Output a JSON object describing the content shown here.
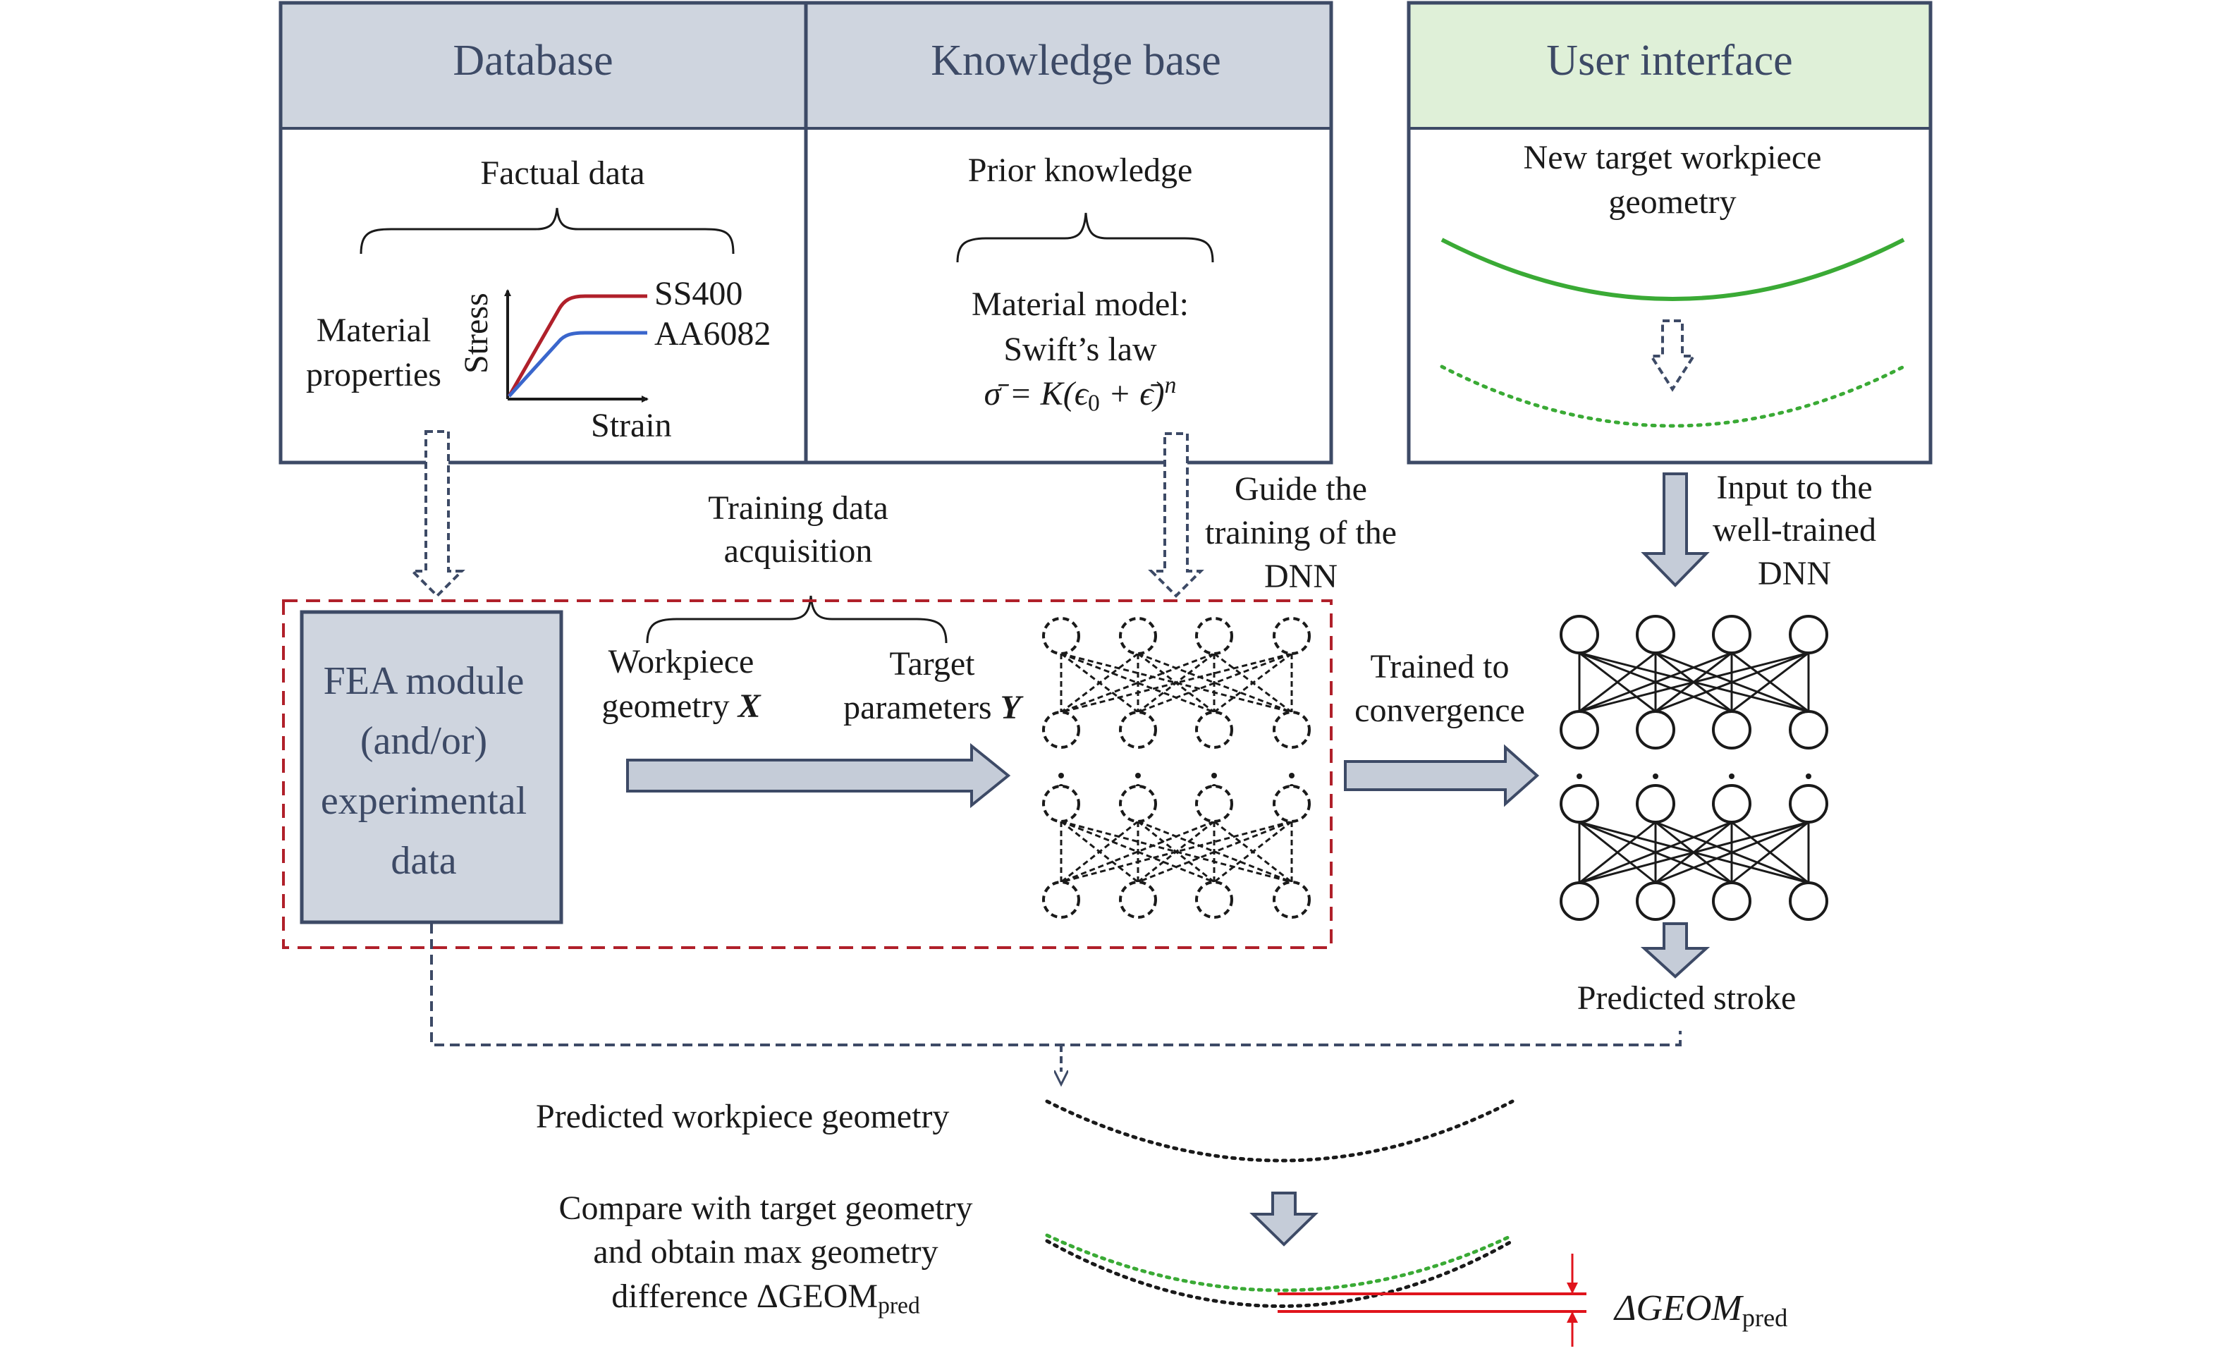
{
  "panels": {
    "database": {
      "title": "Database",
      "subtitle": "Factual data",
      "material_label_line1": "Material",
      "material_label_line2": "properties",
      "chart": {
        "y_axis_label": "Stress",
        "x_axis_label": "Strain",
        "series": [
          {
            "name": "SS400",
            "color": "#b0202a"
          },
          {
            "name": "AA6082",
            "color": "#3a66cc"
          }
        ]
      }
    },
    "knowledge_base": {
      "title": "Knowledge base",
      "subtitle": "Prior knowledge",
      "model_line1": "Material model:",
      "model_line2": "Swift’s law",
      "formula_lhs": "σ̄ = K(ϵ",
      "formula_sub": "0",
      "formula_rhs": " + ϵ̄)",
      "formula_exp": "n"
    },
    "user_interface": {
      "title": "User interface",
      "subtitle_line1": "New target workpiece",
      "subtitle_line2": "geometry"
    }
  },
  "middle": {
    "training_line1": "Training data",
    "training_line2": "acquisition",
    "guide_line1": "Guide the",
    "guide_line2": "training of the",
    "guide_line3": "DNN",
    "input_line1": "Input to the",
    "input_line2": "well-trained",
    "input_line3": "DNN",
    "workpiece_line1": "Workpiece",
    "workpiece_line2": "geometry",
    "workpiece_var": "X",
    "target_line1": "Target",
    "target_line2": "parameters",
    "target_var": "Y",
    "fea_line1": "FEA module",
    "fea_line2": "(and/or)",
    "fea_line3": "experimental",
    "fea_line4": "data",
    "trained_line1": "Trained to",
    "trained_line2": "convergence",
    "predicted_stroke": "Predicted stroke"
  },
  "bottom": {
    "predicted_geometry": "Predicted workpiece geometry",
    "compare_line1": "Compare with target geometry",
    "compare_line2": "and obtain max geometry",
    "compare_line3": "difference ΔGEOM",
    "compare_sub": "pred",
    "delta_label": "ΔGEOM",
    "delta_sub": "pred"
  },
  "colors": {
    "header_fill": "#cfd5df",
    "ui_header_fill": "#dff0d8",
    "panel_border": "#3d4a66",
    "box_fill": "#cfd5df",
    "red_dash": "#b0202a",
    "green": "#3aaa35",
    "arrow_fill": "#c5ccd8",
    "delta_red": "#e0141c"
  }
}
